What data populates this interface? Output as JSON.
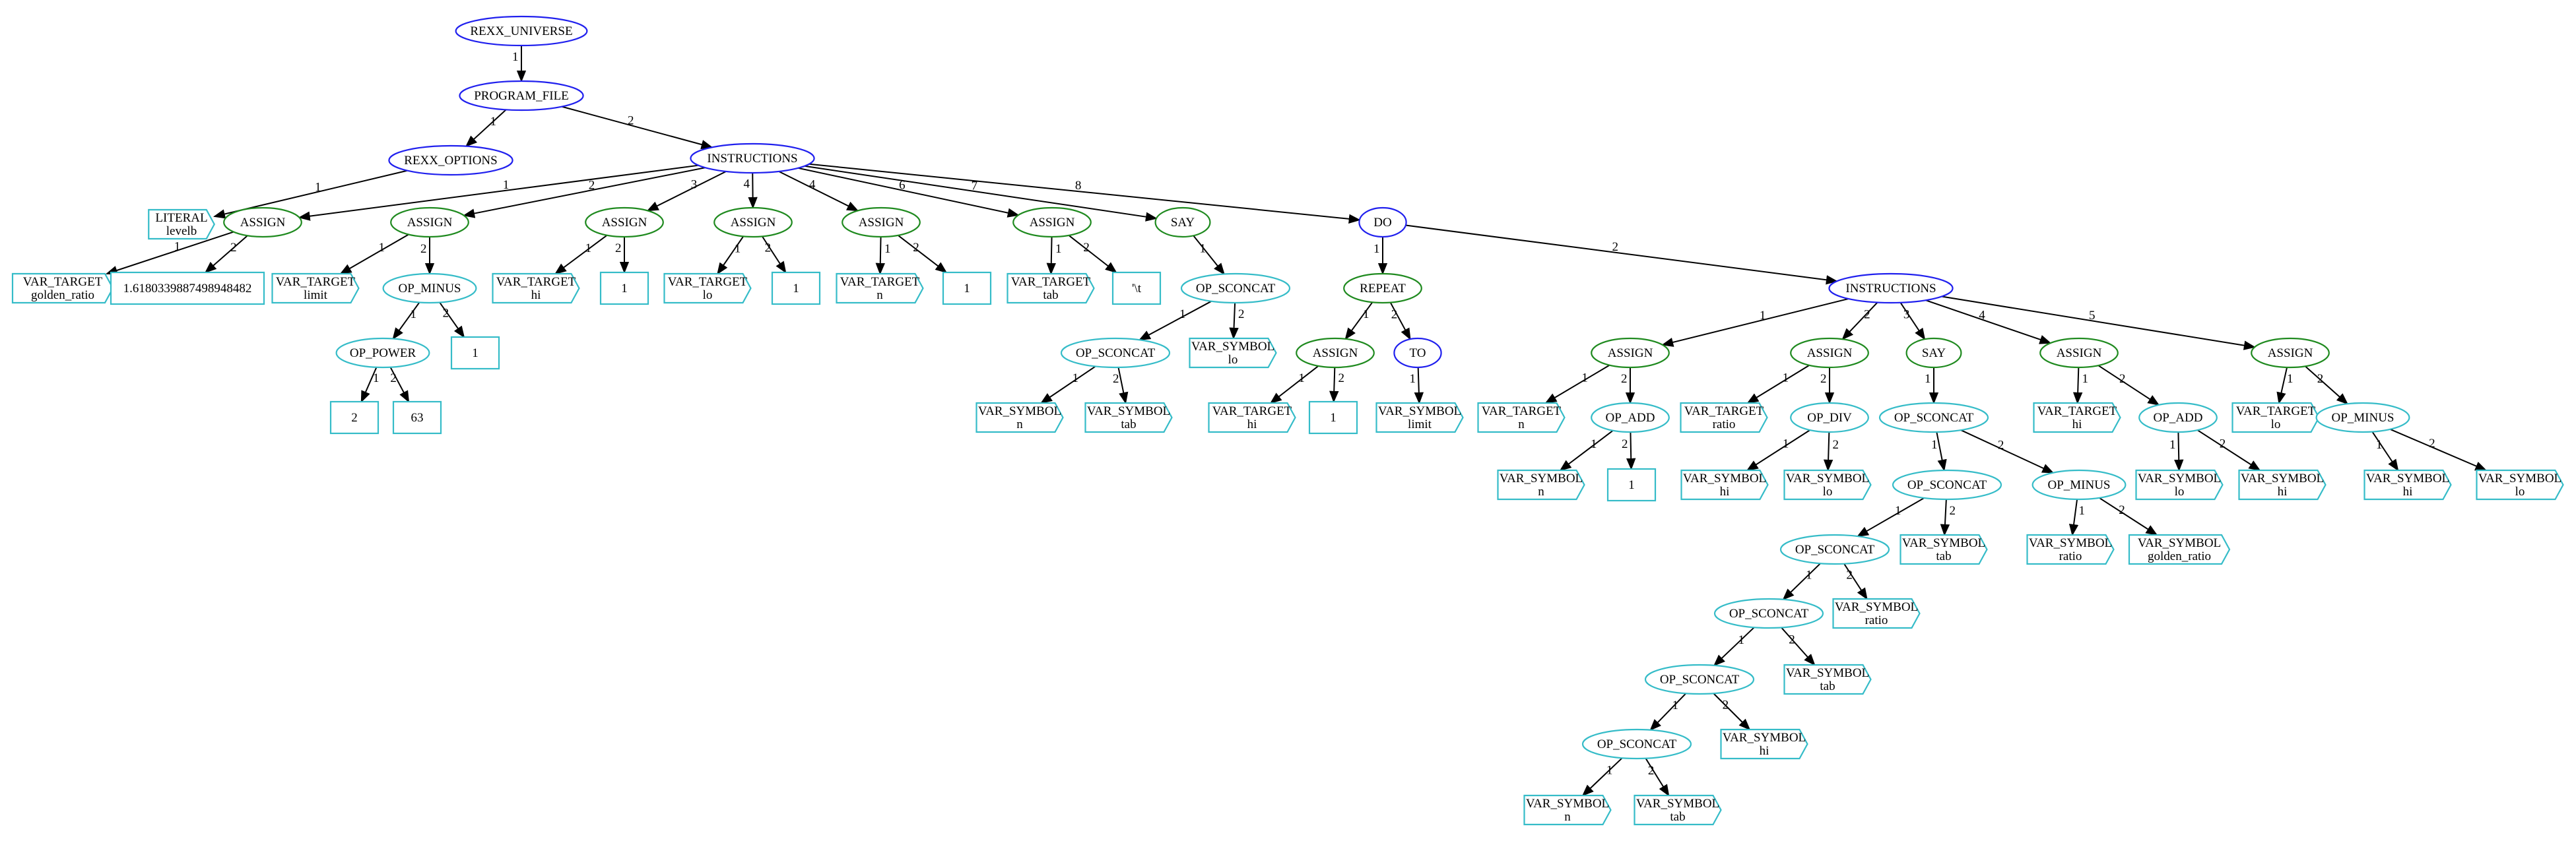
{
  "colors": {
    "struct": "#2020ee",
    "stmt": "#1f8a1f",
    "expr": "#35bcc8",
    "edge": "#000000"
  },
  "nodes": {
    "root": {
      "label": "REXX_UNIVERSE",
      "kind": "struct",
      "shape": "ellipse"
    },
    "pf": {
      "label": "PROGRAM_FILE",
      "kind": "struct",
      "shape": "ellipse"
    },
    "opts": {
      "label": "REXX_OPTIONS",
      "kind": "struct",
      "shape": "ellipse"
    },
    "lit": {
      "label": "LITERAL\nlevelb",
      "kind": "expr",
      "shape": "tag"
    },
    "ins1": {
      "label": "INSTRUCTIONS",
      "kind": "struct",
      "shape": "ellipse"
    },
    "a1": {
      "label": "ASSIGN",
      "kind": "stmt",
      "shape": "ellipse"
    },
    "a1t": {
      "label": "VAR_TARGET\ngolden_ratio",
      "kind": "expr",
      "shape": "tag"
    },
    "a1v": {
      "label": "1.6180339887498948482",
      "kind": "expr",
      "shape": "box"
    },
    "a2": {
      "label": "ASSIGN",
      "kind": "stmt",
      "shape": "ellipse"
    },
    "a2t": {
      "label": "VAR_TARGET\nlimit",
      "kind": "expr",
      "shape": "tag"
    },
    "a2m": {
      "label": "OP_MINUS",
      "kind": "expr",
      "shape": "ellipse"
    },
    "a2p": {
      "label": "OP_POWER",
      "kind": "expr",
      "shape": "ellipse"
    },
    "a2one": {
      "label": "1",
      "kind": "expr",
      "shape": "box"
    },
    "a2two": {
      "label": "2",
      "kind": "expr",
      "shape": "box"
    },
    "a2six": {
      "label": "63",
      "kind": "expr",
      "shape": "box"
    },
    "a3": {
      "label": "ASSIGN",
      "kind": "stmt",
      "shape": "ellipse"
    },
    "a3t": {
      "label": "VAR_TARGET\nhi",
      "kind": "expr",
      "shape": "tag"
    },
    "a3v": {
      "label": "1",
      "kind": "expr",
      "shape": "box"
    },
    "a4": {
      "label": "ASSIGN",
      "kind": "stmt",
      "shape": "ellipse"
    },
    "a4t": {
      "label": "VAR_TARGET\nlo",
      "kind": "expr",
      "shape": "tag"
    },
    "a4v": {
      "label": "1",
      "kind": "expr",
      "shape": "box"
    },
    "a5": {
      "label": "ASSIGN",
      "kind": "stmt",
      "shape": "ellipse"
    },
    "a5t": {
      "label": "VAR_TARGET\nn",
      "kind": "expr",
      "shape": "tag"
    },
    "a5v": {
      "label": "1",
      "kind": "expr",
      "shape": "box"
    },
    "a6": {
      "label": "ASSIGN",
      "kind": "stmt",
      "shape": "ellipse"
    },
    "a6t": {
      "label": "VAR_TARGET\ntab",
      "kind": "expr",
      "shape": "tag"
    },
    "a6v": {
      "label": "'\\t",
      "kind": "expr",
      "shape": "box"
    },
    "say1": {
      "label": "SAY",
      "kind": "stmt",
      "shape": "ellipse"
    },
    "sc1": {
      "label": "OP_SCONCAT",
      "kind": "expr",
      "shape": "ellipse"
    },
    "sc2": {
      "label": "OP_SCONCAT",
      "kind": "expr",
      "shape": "ellipse"
    },
    "sc1lo": {
      "label": "VAR_SYMBOL\nlo",
      "kind": "expr",
      "shape": "tag"
    },
    "sc2n": {
      "label": "VAR_SYMBOL\nn",
      "kind": "expr",
      "shape": "tag"
    },
    "sc2tab": {
      "label": "VAR_SYMBOL\ntab",
      "kind": "expr",
      "shape": "tag"
    },
    "do": {
      "label": "DO",
      "kind": "struct",
      "shape": "ellipse"
    },
    "rep": {
      "label": "REPEAT",
      "kind": "stmt",
      "shape": "ellipse"
    },
    "repa": {
      "label": "ASSIGN",
      "kind": "stmt",
      "shape": "ellipse"
    },
    "repat": {
      "label": "VAR_TARGET\nhi",
      "kind": "expr",
      "shape": "tag"
    },
    "repav": {
      "label": "1",
      "kind": "expr",
      "shape": "box"
    },
    "to": {
      "label": "TO",
      "kind": "struct",
      "shape": "ellipse"
    },
    "tov": {
      "label": "VAR_SYMBOL\nlimit",
      "kind": "expr",
      "shape": "tag"
    },
    "ins2": {
      "label": "INSTRUCTIONS",
      "kind": "struct",
      "shape": "ellipse"
    },
    "b1": {
      "label": "ASSIGN",
      "kind": "stmt",
      "shape": "ellipse"
    },
    "b1t": {
      "label": "VAR_TARGET\nn",
      "kind": "expr",
      "shape": "tag"
    },
    "b1add": {
      "label": "OP_ADD",
      "kind": "expr",
      "shape": "ellipse"
    },
    "b1n": {
      "label": "VAR_SYMBOL\nn",
      "kind": "expr",
      "shape": "tag"
    },
    "b1one": {
      "label": "1",
      "kind": "expr",
      "shape": "box"
    },
    "b2": {
      "label": "ASSIGN",
      "kind": "stmt",
      "shape": "ellipse"
    },
    "b2t": {
      "label": "VAR_TARGET\nratio",
      "kind": "expr",
      "shape": "tag"
    },
    "b2div": {
      "label": "OP_DIV",
      "kind": "expr",
      "shape": "ellipse"
    },
    "b2hi": {
      "label": "VAR_SYMBOL\nhi",
      "kind": "expr",
      "shape": "tag"
    },
    "b2lo": {
      "label": "VAR_SYMBOL\nlo",
      "kind": "expr",
      "shape": "tag"
    },
    "say2": {
      "label": "SAY",
      "kind": "stmt",
      "shape": "ellipse"
    },
    "c1": {
      "label": "OP_SCONCAT",
      "kind": "expr",
      "shape": "ellipse"
    },
    "c2": {
      "label": "OP_SCONCAT",
      "kind": "expr",
      "shape": "ellipse"
    },
    "cm": {
      "label": "OP_MINUS",
      "kind": "expr",
      "shape": "ellipse"
    },
    "cmr": {
      "label": "VAR_SYMBOL\nratio",
      "kind": "expr",
      "shape": "tag"
    },
    "cmg": {
      "label": "VAR_SYMBOL\ngolden_ratio",
      "kind": "expr",
      "shape": "tag"
    },
    "c3": {
      "label": "OP_SCONCAT",
      "kind": "expr",
      "shape": "ellipse"
    },
    "c2tab": {
      "label": "VAR_SYMBOL\ntab",
      "kind": "expr",
      "shape": "tag"
    },
    "c4": {
      "label": "OP_SCONCAT",
      "kind": "expr",
      "shape": "ellipse"
    },
    "c3ratio": {
      "label": "VAR_SYMBOL\nratio",
      "kind": "expr",
      "shape": "tag"
    },
    "c5": {
      "label": "OP_SCONCAT",
      "kind": "expr",
      "shape": "ellipse"
    },
    "c4tab": {
      "label": "VAR_SYMBOL\ntab",
      "kind": "expr",
      "shape": "tag"
    },
    "c6": {
      "label": "OP_SCONCAT",
      "kind": "expr",
      "shape": "ellipse"
    },
    "c5hi": {
      "label": "VAR_SYMBOL\nhi",
      "kind": "expr",
      "shape": "tag"
    },
    "c6n": {
      "label": "VAR_SYMBOL\nn",
      "kind": "expr",
      "shape": "tag"
    },
    "c6tab": {
      "label": "VAR_SYMBOL\ntab",
      "kind": "expr",
      "shape": "tag"
    },
    "b4": {
      "label": "ASSIGN",
      "kind": "stmt",
      "shape": "ellipse"
    },
    "b4t": {
      "label": "VAR_TARGET\nhi",
      "kind": "expr",
      "shape": "tag"
    },
    "b4add": {
      "label": "OP_ADD",
      "kind": "expr",
      "shape": "ellipse"
    },
    "b4lo": {
      "label": "VAR_SYMBOL\nlo",
      "kind": "expr",
      "shape": "tag"
    },
    "b4hi": {
      "label": "VAR_SYMBOL\nhi",
      "kind": "expr",
      "shape": "tag"
    },
    "b5": {
      "label": "ASSIGN",
      "kind": "stmt",
      "shape": "ellipse"
    },
    "b5t": {
      "label": "VAR_TARGET\nlo",
      "kind": "expr",
      "shape": "tag"
    },
    "b5m": {
      "label": "OP_MINUS",
      "kind": "expr",
      "shape": "ellipse"
    },
    "b5hi": {
      "label": "VAR_SYMBOL\nhi",
      "kind": "expr",
      "shape": "tag"
    },
    "b5lo": {
      "label": "VAR_SYMBOL\nlo",
      "kind": "expr",
      "shape": "tag"
    }
  },
  "edges": [
    {
      "from": "root",
      "to": "pf",
      "label": "1"
    },
    {
      "from": "pf",
      "to": "opts",
      "label": "1"
    },
    {
      "from": "pf",
      "to": "ins1",
      "label": "2"
    },
    {
      "from": "opts",
      "to": "lit",
      "label": "1"
    },
    {
      "from": "ins1",
      "to": "a1",
      "label": "1"
    },
    {
      "from": "ins1",
      "to": "a2",
      "label": "2"
    },
    {
      "from": "ins1",
      "to": "a3",
      "label": "3"
    },
    {
      "from": "ins1",
      "to": "a4",
      "label": "4"
    },
    {
      "from": "ins1",
      "to": "a5",
      "label": "4"
    },
    {
      "from": "ins1",
      "to": "a6",
      "label": "6"
    },
    {
      "from": "ins1",
      "to": "say1",
      "label": "7"
    },
    {
      "from": "ins1",
      "to": "do",
      "label": "8"
    },
    {
      "from": "a1",
      "to": "a1t",
      "label": "1"
    },
    {
      "from": "a1",
      "to": "a1v",
      "label": "2"
    },
    {
      "from": "a2",
      "to": "a2t",
      "label": "1"
    },
    {
      "from": "a2",
      "to": "a2m",
      "label": "2"
    },
    {
      "from": "a2m",
      "to": "a2p",
      "label": "1"
    },
    {
      "from": "a2m",
      "to": "a2one",
      "label": "2"
    },
    {
      "from": "a2p",
      "to": "a2two",
      "label": "1"
    },
    {
      "from": "a2p",
      "to": "a2six",
      "label": "2"
    },
    {
      "from": "a3",
      "to": "a3t",
      "label": "1"
    },
    {
      "from": "a3",
      "to": "a3v",
      "label": "2"
    },
    {
      "from": "a4",
      "to": "a4t",
      "label": "1"
    },
    {
      "from": "a4",
      "to": "a4v",
      "label": "2"
    },
    {
      "from": "a5",
      "to": "a5t",
      "label": "1"
    },
    {
      "from": "a5",
      "to": "a5v",
      "label": "2"
    },
    {
      "from": "a6",
      "to": "a6t",
      "label": "1"
    },
    {
      "from": "a6",
      "to": "a6v",
      "label": "2"
    },
    {
      "from": "say1",
      "to": "sc1",
      "label": "1"
    },
    {
      "from": "sc1",
      "to": "sc2",
      "label": "1"
    },
    {
      "from": "sc1",
      "to": "sc1lo",
      "label": "2"
    },
    {
      "from": "sc2",
      "to": "sc2n",
      "label": "1"
    },
    {
      "from": "sc2",
      "to": "sc2tab",
      "label": "2"
    },
    {
      "from": "do",
      "to": "rep",
      "label": "1"
    },
    {
      "from": "do",
      "to": "ins2",
      "label": "2"
    },
    {
      "from": "rep",
      "to": "repa",
      "label": "1"
    },
    {
      "from": "rep",
      "to": "to",
      "label": "2"
    },
    {
      "from": "repa",
      "to": "repat",
      "label": "1"
    },
    {
      "from": "repa",
      "to": "repav",
      "label": "2"
    },
    {
      "from": "to",
      "to": "tov",
      "label": "1"
    },
    {
      "from": "ins2",
      "to": "b1",
      "label": "1"
    },
    {
      "from": "ins2",
      "to": "b2",
      "label": "2"
    },
    {
      "from": "ins2",
      "to": "say2",
      "label": "3"
    },
    {
      "from": "ins2",
      "to": "b4",
      "label": "4"
    },
    {
      "from": "ins2",
      "to": "b5",
      "label": "5"
    },
    {
      "from": "b1",
      "to": "b1t",
      "label": "1"
    },
    {
      "from": "b1",
      "to": "b1add",
      "label": "2"
    },
    {
      "from": "b1add",
      "to": "b1n",
      "label": "1"
    },
    {
      "from": "b1add",
      "to": "b1one",
      "label": "2"
    },
    {
      "from": "b2",
      "to": "b2t",
      "label": "1"
    },
    {
      "from": "b2",
      "to": "b2div",
      "label": "2"
    },
    {
      "from": "b2div",
      "to": "b2hi",
      "label": "1"
    },
    {
      "from": "b2div",
      "to": "b2lo",
      "label": "2"
    },
    {
      "from": "say2",
      "to": "c1",
      "label": "1"
    },
    {
      "from": "c1",
      "to": "c2",
      "label": "1"
    },
    {
      "from": "c1",
      "to": "cm",
      "label": "2"
    },
    {
      "from": "cm",
      "to": "cmr",
      "label": "1"
    },
    {
      "from": "cm",
      "to": "cmg",
      "label": "2"
    },
    {
      "from": "c2",
      "to": "c3",
      "label": "1"
    },
    {
      "from": "c2",
      "to": "c2tab",
      "label": "2"
    },
    {
      "from": "c3",
      "to": "c4",
      "label": "1"
    },
    {
      "from": "c3",
      "to": "c3ratio",
      "label": "2"
    },
    {
      "from": "c4",
      "to": "c5",
      "label": "1"
    },
    {
      "from": "c4",
      "to": "c4tab",
      "label": "2"
    },
    {
      "from": "c5",
      "to": "c6",
      "label": "1"
    },
    {
      "from": "c5",
      "to": "c5hi",
      "label": "2"
    },
    {
      "from": "c6",
      "to": "c6n",
      "label": "1"
    },
    {
      "from": "c6",
      "to": "c6tab",
      "label": "2"
    },
    {
      "from": "b4",
      "to": "b4t",
      "label": "1"
    },
    {
      "from": "b4",
      "to": "b4add",
      "label": "2"
    },
    {
      "from": "b4add",
      "to": "b4lo",
      "label": "1"
    },
    {
      "from": "b4add",
      "to": "b4hi",
      "label": "2"
    },
    {
      "from": "b5",
      "to": "b5t",
      "label": "1"
    },
    {
      "from": "b5",
      "to": "b5m",
      "label": "2"
    },
    {
      "from": "b5m",
      "to": "b5hi",
      "label": "1"
    },
    {
      "from": "b5m",
      "to": "b5lo",
      "label": "2"
    }
  ]
}
